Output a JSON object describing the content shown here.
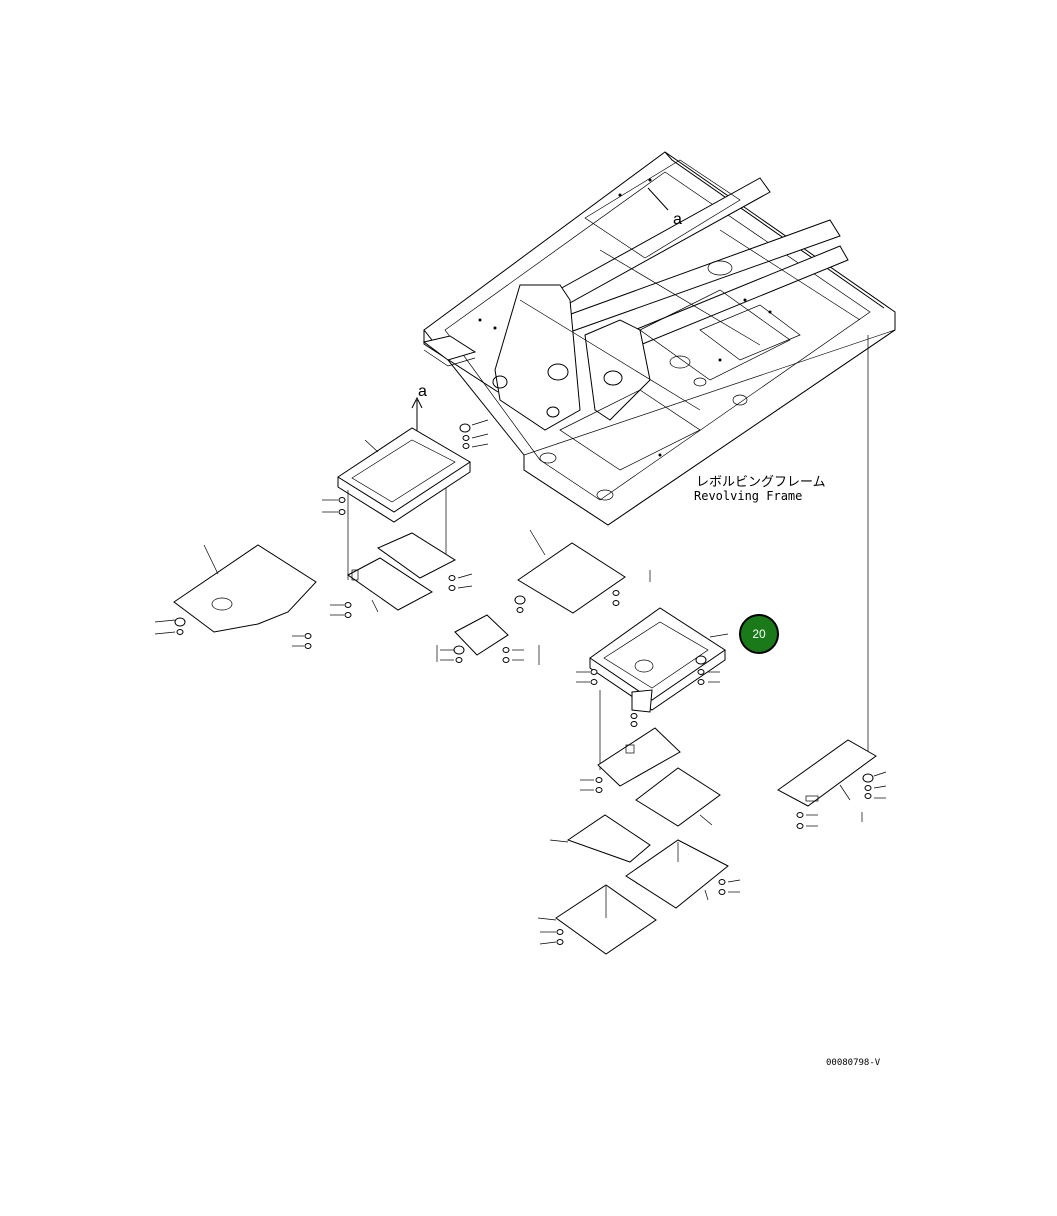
{
  "frame_label": {
    "japanese": "レボルビングフレーム",
    "english": "Revolving Frame"
  },
  "view_refs": [
    "a",
    "a"
  ],
  "callout": {
    "number": "20",
    "fill": "#1a7a1a",
    "ring": "#000000"
  },
  "drawing_code": "00080798-V"
}
